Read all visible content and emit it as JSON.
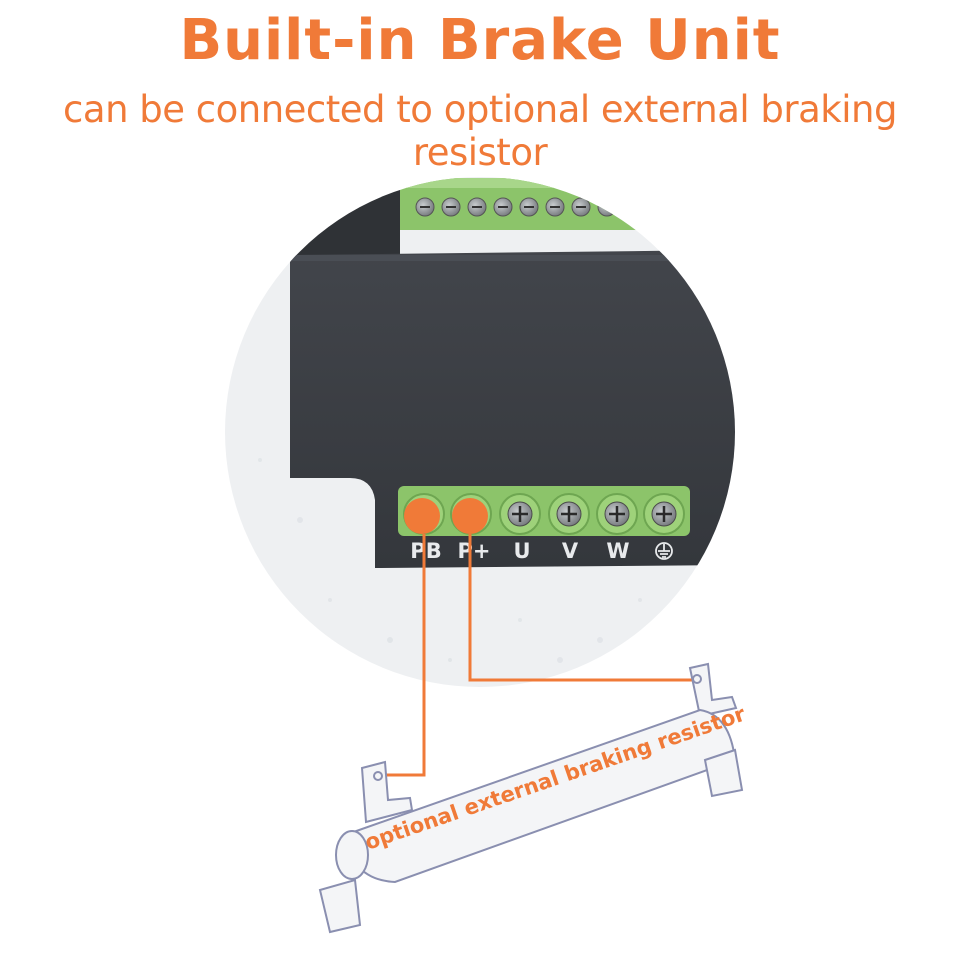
{
  "header": {
    "title": "Built-in Brake Unit",
    "subtitle": "can be connected to optional external braking resistor"
  },
  "colors": {
    "accent": "#f07a38",
    "device_body": "#3b3e44",
    "terminal_green": "#8cc46a",
    "resistor_outline": "#8a8fb0"
  },
  "terminals": {
    "pb": "PB",
    "pplus": "P+",
    "u": "U",
    "v": "V",
    "w": "W",
    "ground_icon": "ground-symbol-icon"
  },
  "resistor": {
    "label": "optional external braking resistor"
  }
}
